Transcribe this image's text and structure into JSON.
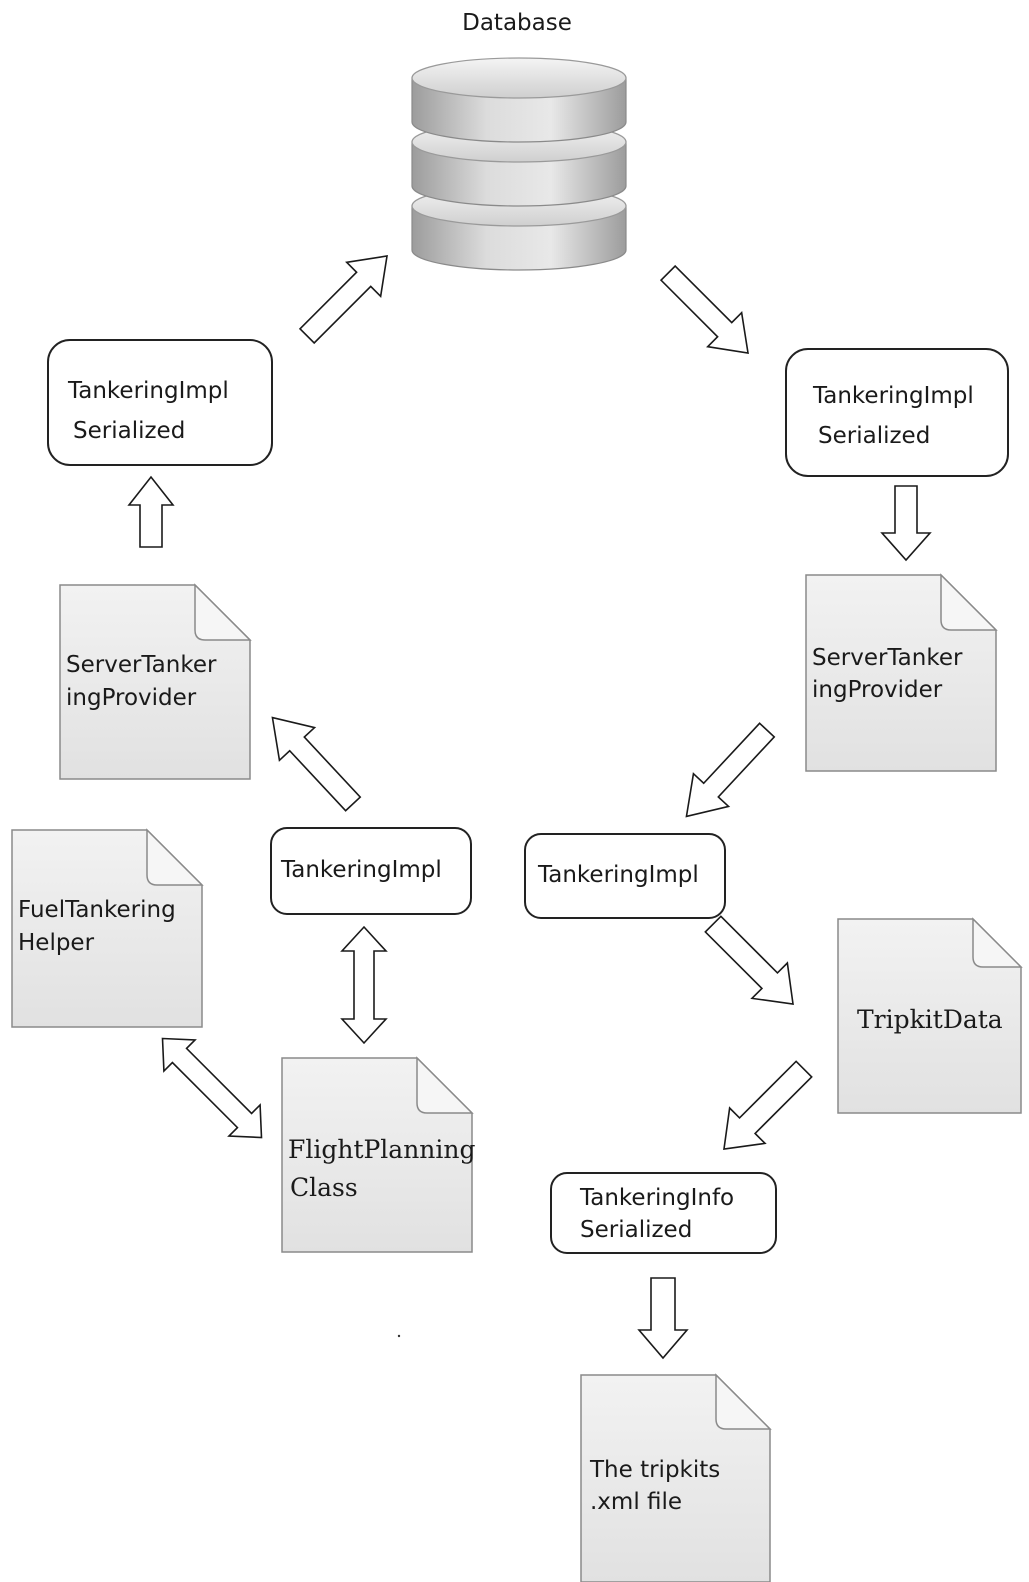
{
  "database": {
    "label": "Database"
  },
  "boxes": {
    "left_serialized": {
      "line1": "TankeringImpl",
      "line2": "Serialized"
    },
    "right_serialized": {
      "line1": "TankeringImpl",
      "line2": "Serialized"
    },
    "left_impl": {
      "line1": "TankeringImpl"
    },
    "right_impl": {
      "line1": "TankeringImpl"
    },
    "info_serialized": {
      "line1": "TankeringInfo",
      "line2": "Serialized"
    }
  },
  "documents": {
    "left_provider": {
      "line1": "ServerTanker",
      "line2": "ingProvider"
    },
    "right_provider": {
      "line1": "ServerTanker",
      "line2": "ingProvider"
    },
    "fuel_helper": {
      "line1": "FuelTankering",
      "line2": "Helper"
    },
    "flight_planning": {
      "line1": "FlightPlanning",
      "line2": "Class"
    },
    "tripkit_data": {
      "line1": "TripkitData"
    },
    "tripkits_file": {
      "line1": "The tripkits",
      "line2": ".xml file"
    }
  },
  "colors": {
    "doc_fill_top": "#f2f2f2",
    "doc_fill_bottom": "#e0e0e0",
    "db_light": "#e6e6e6",
    "db_dark": "#9a9a9a"
  }
}
